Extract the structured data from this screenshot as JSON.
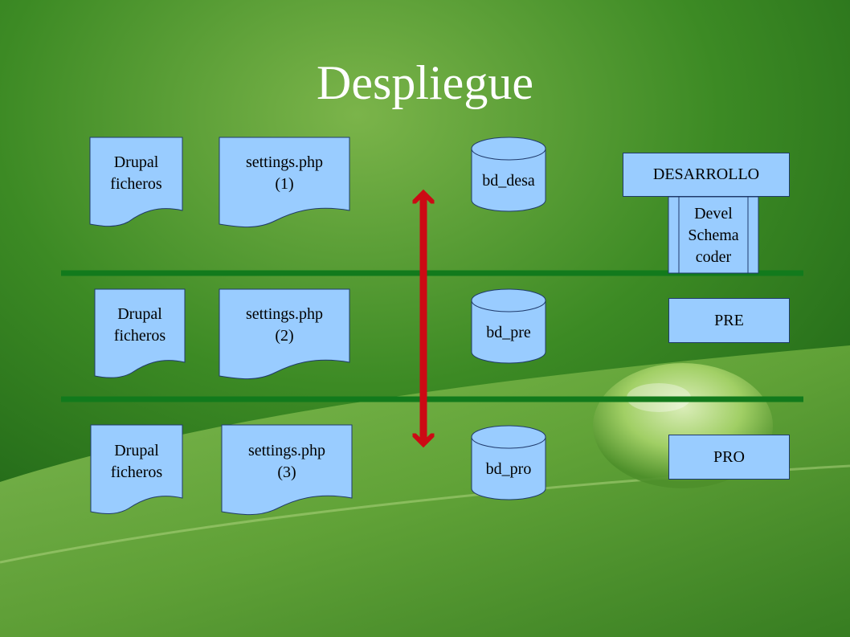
{
  "title": "Despliegue",
  "colors": {
    "shape_fill": "#99ccff",
    "shape_stroke": "#1f3a6b",
    "separator": "#127a1c",
    "arrow": "#cc0a14"
  },
  "environments": [
    {
      "drupal": [
        "Drupal",
        "ficheros"
      ],
      "settings": [
        "settings.php",
        "(1)"
      ],
      "db": "bd_desa",
      "env_label": "DESARROLLO",
      "modules": [
        "Devel",
        "Schema",
        "coder"
      ]
    },
    {
      "drupal": [
        "Drupal",
        "ficheros"
      ],
      "settings": [
        "settings.php",
        "(2)"
      ],
      "db": "bd_pre",
      "env_label": "PRE"
    },
    {
      "drupal": [
        "Drupal",
        "ficheros"
      ],
      "settings": [
        "settings.php",
        "(3)"
      ],
      "db": "bd_pro",
      "env_label": "PRO"
    }
  ]
}
